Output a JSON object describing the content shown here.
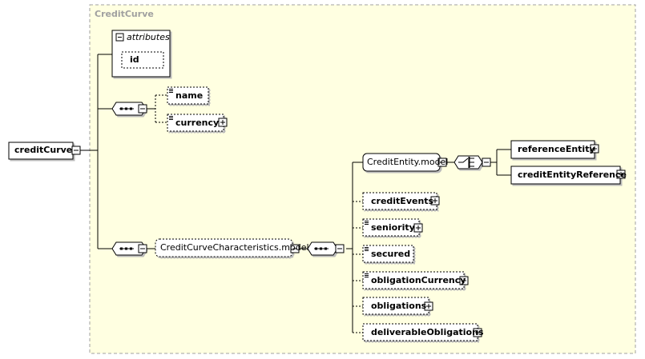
{
  "complex_type": "CreditCurve",
  "root_element": "creditCurve",
  "attributes_group": {
    "label": "attributes",
    "items": [
      "id"
    ]
  },
  "top_sequence": {
    "elements": [
      "name",
      "currency"
    ]
  },
  "characteristics_group": "CreditCurveCharacteristics.model",
  "credit_entity_group": "CreditEntity.model",
  "choice_elements": [
    "referenceEntity",
    "creditEntityReference"
  ],
  "characteristics_elements": [
    "creditEvents",
    "seniority",
    "secured",
    "obligationCurrency",
    "obligations",
    "deliverableObligations"
  ],
  "colors": {
    "background": "#ffffe1",
    "border": "#a0a0a0",
    "box_fill": "#ffffff"
  }
}
